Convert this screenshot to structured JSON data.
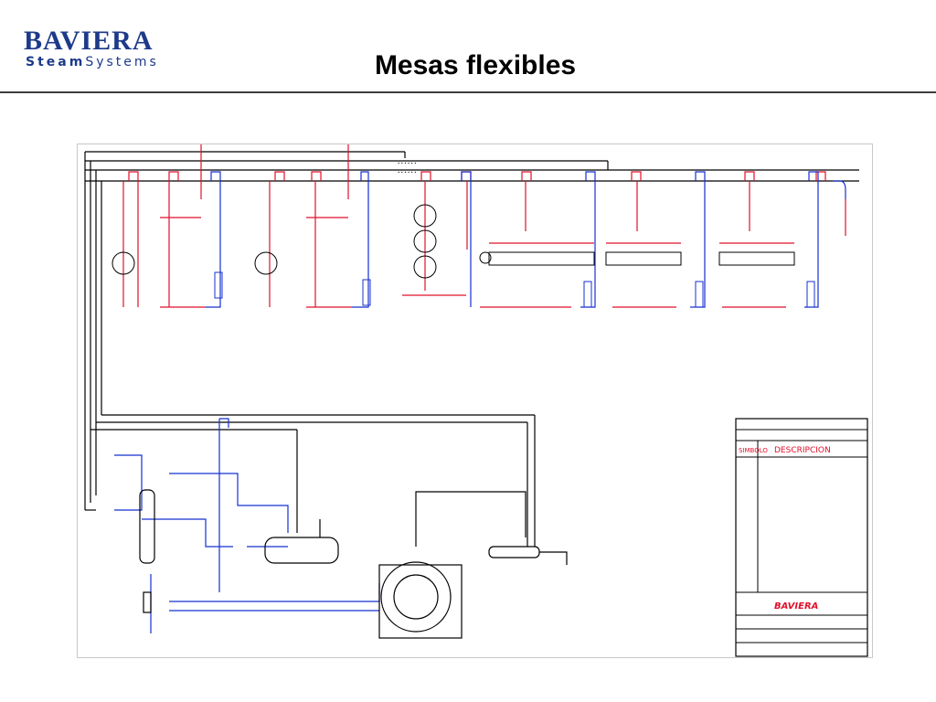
{
  "header": {
    "logo_main": "BAVIERA",
    "logo_sub_bold": "Steam",
    "logo_sub_rest": "Systems",
    "title": "Mesas flexibles"
  },
  "colors": {
    "brand": "#1d3a8a",
    "steam_line": "#e0102a",
    "condensate_line": "#1530d0",
    "frame_line": "#000000"
  },
  "title_block": {
    "heading_left": "SIMBOLO",
    "heading_right": "DESCRIPCION",
    "company": "BAVIERA"
  }
}
